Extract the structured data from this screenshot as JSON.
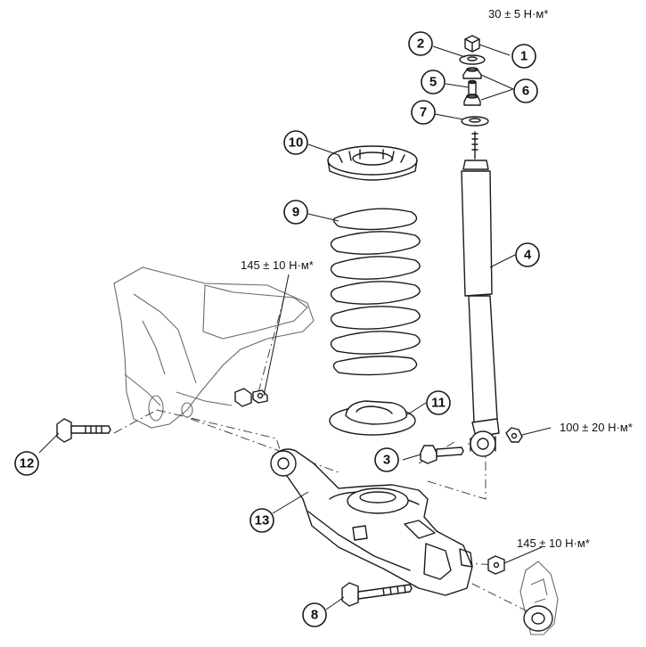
{
  "callouts": [
    {
      "id": "1",
      "label": "1"
    },
    {
      "id": "2",
      "label": "2"
    },
    {
      "id": "3",
      "label": "3"
    },
    {
      "id": "4",
      "label": "4"
    },
    {
      "id": "5",
      "label": "5"
    },
    {
      "id": "6",
      "label": "6"
    },
    {
      "id": "7",
      "label": "7"
    },
    {
      "id": "8",
      "label": "8"
    },
    {
      "id": "9",
      "label": "9"
    },
    {
      "id": "10",
      "label": "10"
    },
    {
      "id": "11",
      "label": "11"
    },
    {
      "id": "12",
      "label": "12"
    },
    {
      "id": "13",
      "label": "13"
    }
  ],
  "torques": {
    "top_nut": "30 ± 5 Н·м*",
    "frame_nut": "145 ± 10 Н·м*",
    "shock_lower_nut": "100 ± 20 Н·м*",
    "arm_pivot_nut": "145 ± 10 Н·м*"
  }
}
